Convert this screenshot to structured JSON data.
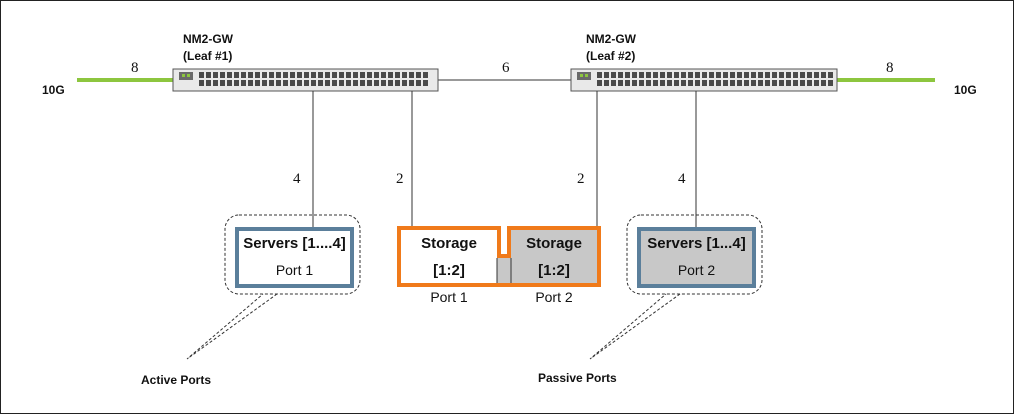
{
  "switches": [
    {
      "name": "NM2-GW",
      "role": "(Leaf #1)"
    },
    {
      "name": "NM2-GW",
      "role": "(Leaf #2)"
    }
  ],
  "uplinks": {
    "left": {
      "speed": "10G",
      "count": "8"
    },
    "right": {
      "speed": "10G",
      "count": "8"
    },
    "interswitch_count": "6"
  },
  "links": {
    "leaf1_servers": "4",
    "leaf1_storage": "2",
    "leaf2_storage": "2",
    "leaf2_servers": "4"
  },
  "servers_active": {
    "title": "Servers [1....4]",
    "port": "Port 1"
  },
  "servers_passive": {
    "title": "Servers [1...4]",
    "port": "Port 2"
  },
  "storage": {
    "left": {
      "title": "Storage",
      "range": "[1:2]",
      "port": "Port 1"
    },
    "right": {
      "title": "Storage",
      "range": "[1:2]",
      "port": "Port 2"
    }
  },
  "callouts": {
    "active": "Active Ports",
    "passive": "Passive Ports"
  },
  "colors": {
    "uplink": "#8dc63f",
    "server_box_border": "#5b7f9b",
    "storage_border": "#f07a1a",
    "passive_fill": "#c8c8c8"
  }
}
